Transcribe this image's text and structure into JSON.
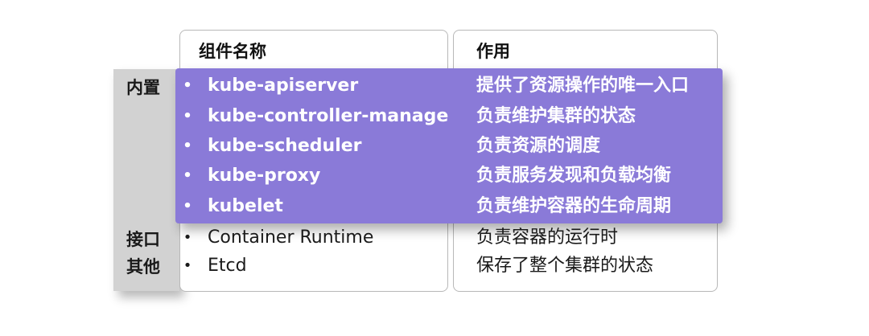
{
  "columns": {
    "name_header": "组件名称",
    "role_header": "作用"
  },
  "groups": {
    "builtin": "内置",
    "interface": "接口",
    "other": "其他"
  },
  "builtin_components": [
    {
      "name": "kube-apiserver",
      "role": "提供了资源操作的唯一入口"
    },
    {
      "name": "kube-controller-manage",
      "role": "负责维护集群的状态"
    },
    {
      "name": "kube-scheduler",
      "role": "负责资源的调度"
    },
    {
      "name": "kube-proxy",
      "role": "负责服务发现和负载均衡"
    },
    {
      "name": "kubelet",
      "role": "负责维护容器的生命周期"
    }
  ],
  "other_components": [
    {
      "name": "Container Runtime",
      "role": "负责容器的运行时"
    },
    {
      "name": "Etcd",
      "role": "保存了整个集群的状态"
    }
  ],
  "bullet": "•",
  "colors": {
    "highlight": "#8a7ad8",
    "side_bar": "#d2d2d2",
    "card_border": "#b8b8b8"
  }
}
